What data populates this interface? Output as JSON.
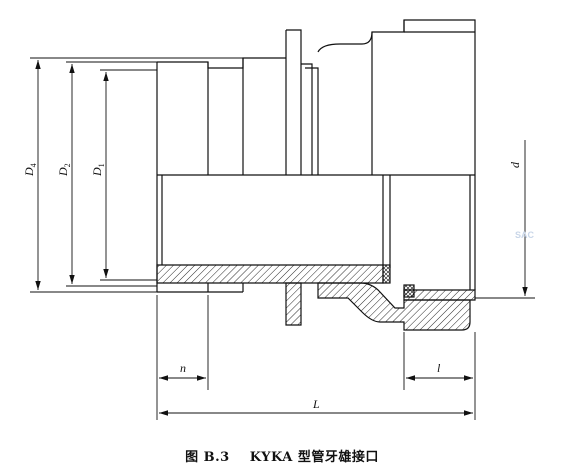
{
  "figure": {
    "caption_number": "图 B.3",
    "caption_title": "KYKA 型管牙雄接口"
  },
  "dimensions": {
    "D4": {
      "letter": "D",
      "sub": "4"
    },
    "D2": {
      "letter": "D",
      "sub": "2"
    },
    "D1": {
      "letter": "D",
      "sub": "1"
    },
    "d": "d",
    "n": "n",
    "l": "l",
    "L": "L"
  },
  "watermark": "SAC",
  "colors": {
    "line": "#111111",
    "watermark": "#c9d6e8"
  }
}
